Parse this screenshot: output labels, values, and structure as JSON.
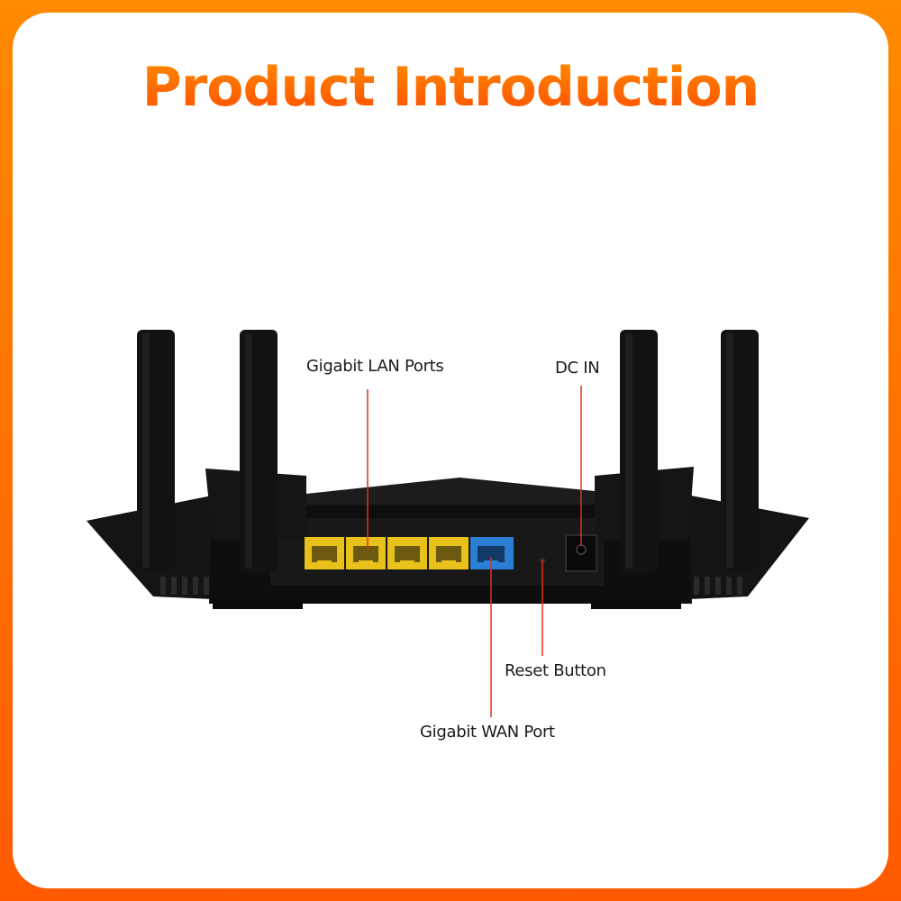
{
  "title": "Product Introduction",
  "labels": {
    "lan_ports": "Gigabit LAN Ports",
    "dc_in": "DC IN",
    "reset_button": "Reset Button",
    "wan_port": "Gigabit WAN Port"
  },
  "colors": {
    "accent_orange": "#ff6a00",
    "leader_line": "#e0301e",
    "lan_port": "#e8c21a",
    "wan_port": "#2a7fd4",
    "router_body": "#111111"
  }
}
